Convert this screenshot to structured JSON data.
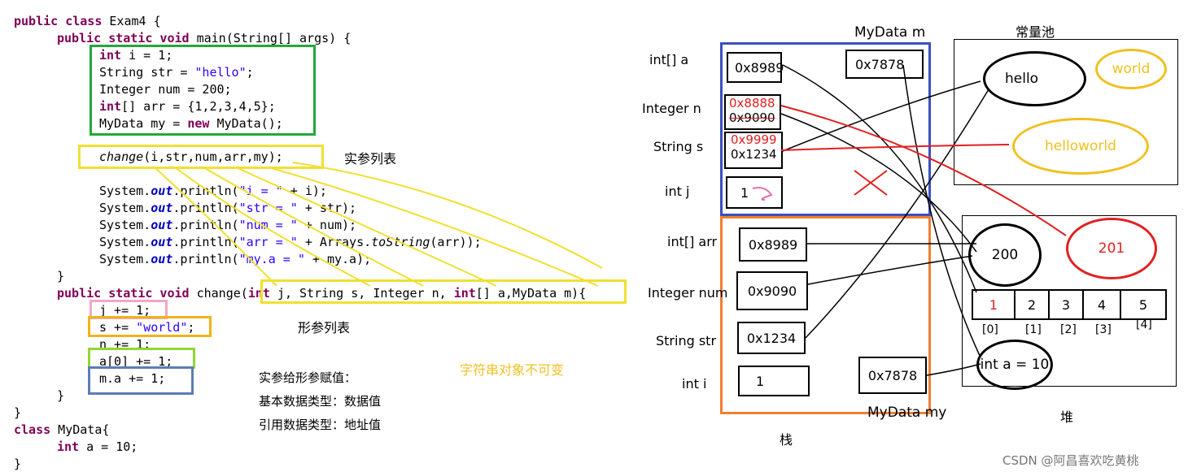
{
  "code": {
    "l1_kw": "public class",
    "l1_name": " Exam4 {",
    "l2_kw": "public static void",
    "l2_rest": " main(String[] args) {",
    "l3_kw": "int",
    "l3_rest": " i = 1;",
    "l4_a": "String str = ",
    "l4_str": "\"hello\"",
    "l4_b": ";",
    "l5": "Integer num = 200;",
    "l6_kw": "int",
    "l6_rest": "[] arr = {1,2,3,4,5};",
    "l7_a": "MyData my = ",
    "l7_kw": "new",
    "l7_b": " MyData();",
    "l8_it": "change",
    "l8_rest": "(i,str,num,arr,my);",
    "p1_a": "System.",
    "p1_f": "out",
    "p1_b": ".println(",
    "p1_s": "\"i = \"",
    "p1_c": " + i);",
    "p2_s": "\"str = \"",
    "p2_c": " + str);",
    "p3_s": "\"num = \"",
    "p3_c": " + num);",
    "p4_s": "\"arr = \"",
    "p4_c": " + Arrays.",
    "p4_it": "toString",
    "p4_d": "(arr));",
    "p5_s": "\"my.a = \"",
    "p5_c": " + my.a);",
    "close1": "}",
    "m2_kw": "public static void",
    "m2_rest": " change(",
    "m2_kw2": "int",
    "m2_p1": " j, String s, Integer n, ",
    "m2_kw3": "int",
    "m2_p2": "[] a,MyData m){",
    "b1": "j += 1;",
    "b2_a": "s += ",
    "b2_s": "\"world\"",
    "b2_b": ";",
    "b3": "n += 1;",
    "b4": "a[0] += 1;",
    "b5": "m.a += 1;",
    "close2": "}",
    "close3": "}",
    "c2_kw": "class",
    "c2_rest": " MyData{",
    "c3_kw": "int",
    "c3_rest": " a = 10;",
    "close4": "}"
  },
  "annotations": {
    "actual_params": "实参列表",
    "formal_params": "形参列表",
    "immutable_note": "字符串对象不可变",
    "assign_1": "实参给形参赋值：",
    "assign_2": "基本数据类型：数据值",
    "assign_3": "引用数据类型：地址值"
  },
  "diagram": {
    "mydata_m": "MyData m",
    "const_pool": "常量池",
    "stack": "栈",
    "heap": "堆",
    "mydata_my": "MyData my",
    "watermark": "CSDN @阿昌喜欢吃黄桃",
    "change_frame": {
      "arr_label": "int[]  a",
      "arr_val": "0x8989",
      "m_val": "0x7878",
      "n_label": "Integer n",
      "n_val_new": "0x8888",
      "n_val_old": "0x9090",
      "s_label": "String  s",
      "s_val_new": "0x9999",
      "s_val_old": "0x1234",
      "j_label": "int  j",
      "j_val": "1"
    },
    "main_frame": {
      "arr_label": "int[]    arr",
      "arr_val": "0x8989",
      "num_label": "Integer num",
      "num_val": "0x9090",
      "str_label": "String str",
      "str_val": "0x1234",
      "i_label": "int  i",
      "i_val": "1",
      "my_val": "0x7878"
    },
    "pool": {
      "hello": "hello",
      "world": "world",
      "helloworld": "helloworld"
    },
    "heap_objs": {
      "n200": "200",
      "n201": "201",
      "arr_vals": [
        "1",
        "2",
        "3",
        "4",
        "5"
      ],
      "arr_idx": [
        "[0]",
        "[1]",
        "[2]",
        "[3]",
        "[4]"
      ],
      "int_a": "int a = 10"
    }
  }
}
